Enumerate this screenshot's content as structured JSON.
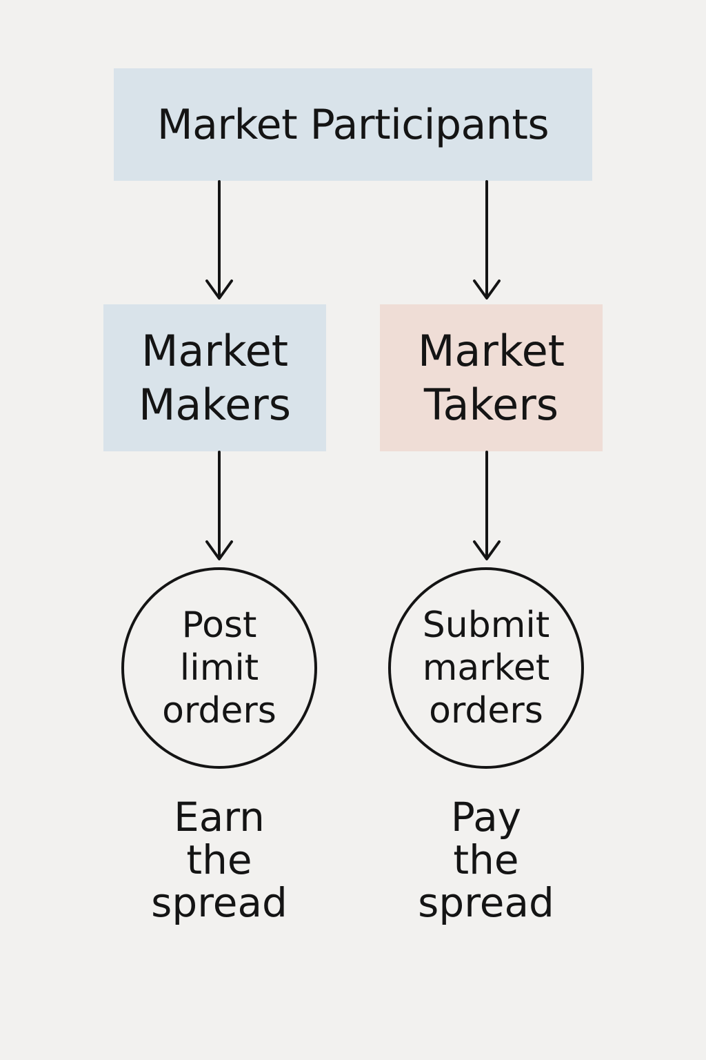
{
  "nodes": {
    "participants": "Market Participants",
    "makers": "Market\nMakers",
    "takers": "Market\nTakers",
    "makers_action": "Post\nlimit\norders",
    "takers_action": "Submit\nmarket\norders",
    "makers_result": "Earn\nthe\nspread",
    "takers_result": "Pay\nthe\nspread"
  },
  "edges": [
    {
      "from": "participants",
      "to": "makers"
    },
    {
      "from": "participants",
      "to": "takers"
    },
    {
      "from": "makers",
      "to": "makers_action"
    },
    {
      "from": "takers",
      "to": "takers_action"
    }
  ],
  "colors": {
    "background": "#f2f1ef",
    "blue_box": "#d9e3ea",
    "pink_box": "#efddd6",
    "stroke": "#141414"
  }
}
